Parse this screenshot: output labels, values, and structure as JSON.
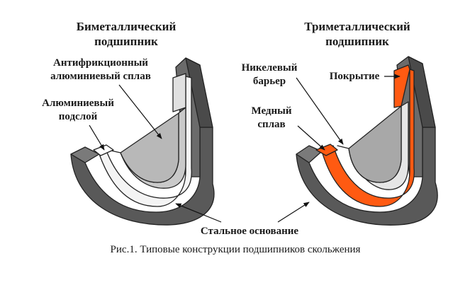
{
  "bimetal": {
    "title_l1": "Биметаллический",
    "title_l2": "подшипник",
    "label_alloy_l1": "Антифрикционный",
    "label_alloy_l2": "алюминиевый сплав",
    "label_sublayer_l1": "Алюминиевый",
    "label_sublayer_l2": "подслой"
  },
  "trimetal": {
    "title_l1": "Триметаллический",
    "title_l2": "подшипник",
    "label_nickel_l1": "Никелевый",
    "label_nickel_l2": "барьер",
    "label_coating": "Покрытие",
    "label_copper_l1": "Медный",
    "label_copper_l2": "сплав"
  },
  "shared": {
    "label_steel": "Стальное основание"
  },
  "caption": "Рис.1. Типовые конструкции подшипников скольжения",
  "colors": {
    "steel": "#6b6b6b",
    "steel_dark": "#3f3f3f",
    "alloy": "#c9c9c9",
    "alloy_dark": "#8f8f8f",
    "sublayer": "#f2f2f2",
    "coating": "#ff5a12",
    "copper_alloy": "#bfbfbf",
    "nickel": "#e6e6e6"
  }
}
